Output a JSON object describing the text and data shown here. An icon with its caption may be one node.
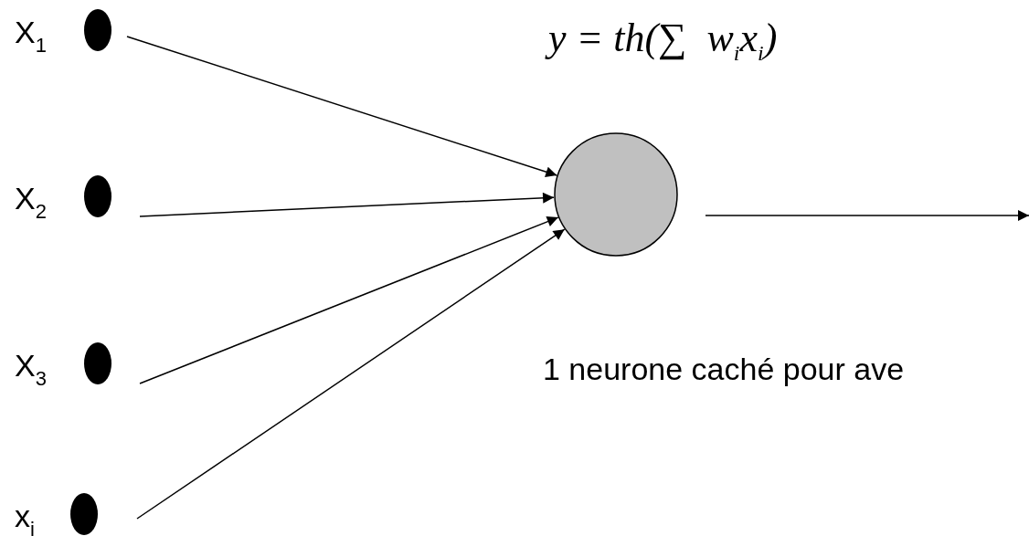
{
  "diagram": {
    "nodes": [
      {
        "text": [
          "X$_{1}$"
        ]
      },
      {
        "text": [
          "X$_{2}$"
        ]
      },
      {
        "text": [
          "X$_{3}$"
        ]
      },
      {
        "text": [
          "x$_{i}$"
        ]
      },
      {
        "text": [],
        "shape": "circle",
        "beside": [
          "y = th(∑  w$_{i}$x$_{i}$)"
        ]
      }
    ],
    "edges": [
      {
        "from": 0,
        "to": 4,
        "arrow": "to"
      },
      {
        "from": 1,
        "to": 4,
        "arrow": "to"
      },
      {
        "from": 2,
        "to": 4,
        "arrow": "to"
      },
      {
        "from": 3,
        "to": 4,
        "arrow": "to"
      },
      {
        "from": 4,
        "to": null,
        "arrow": "to"
      }
    ],
    "labels": [
      "1 neurone caché pour ave"
    ]
  }
}
